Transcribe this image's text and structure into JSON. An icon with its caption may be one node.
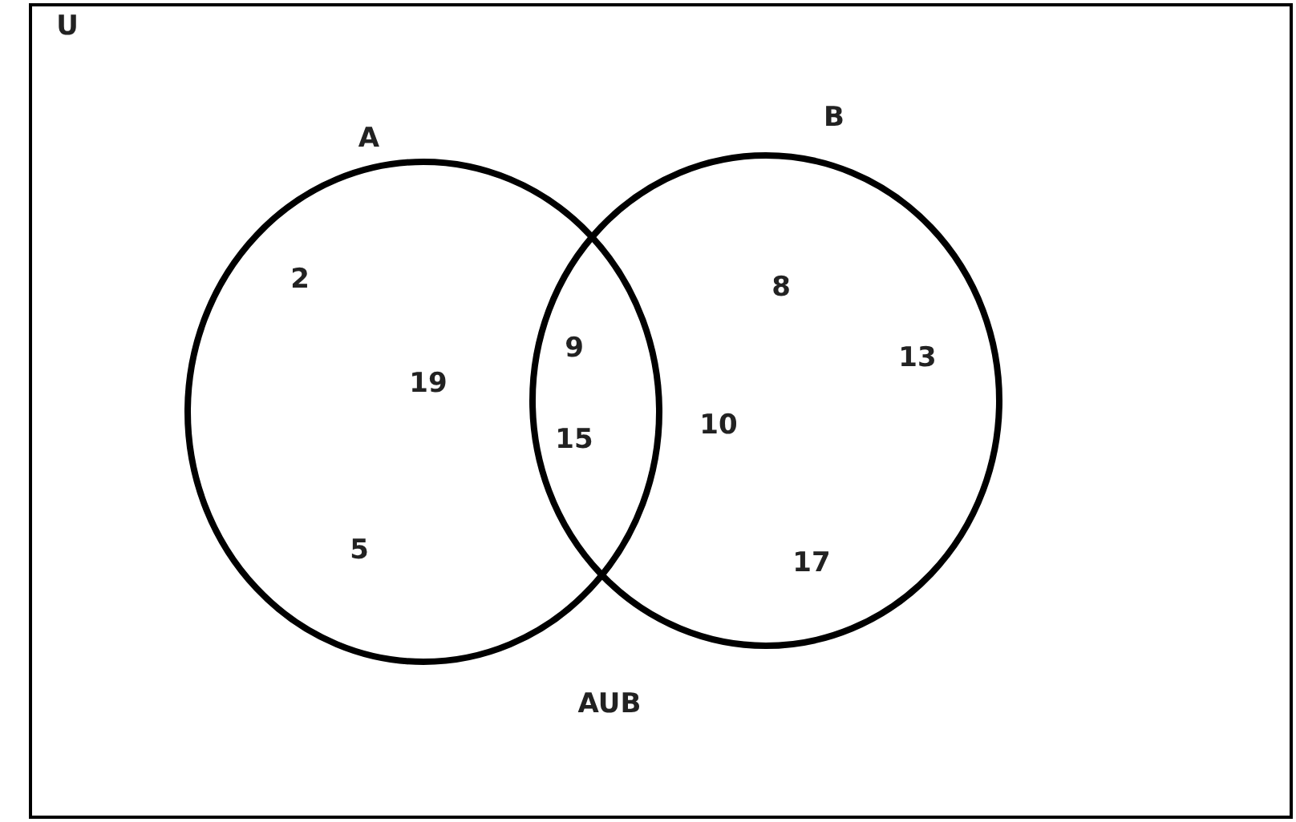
{
  "diagram": {
    "nodes": [
      {
        "text": [
          "U"
        ]
      },
      {
        "text": [
          "A",
          "2",
          "19",
          "5"
        ],
        "in": 0
      },
      {
        "text": [
          "B",
          "8",
          "13",
          "10",
          "17"
        ],
        "in": 0
      }
    ],
    "labels": [
      "9",
      "15",
      "AUB"
    ]
  }
}
